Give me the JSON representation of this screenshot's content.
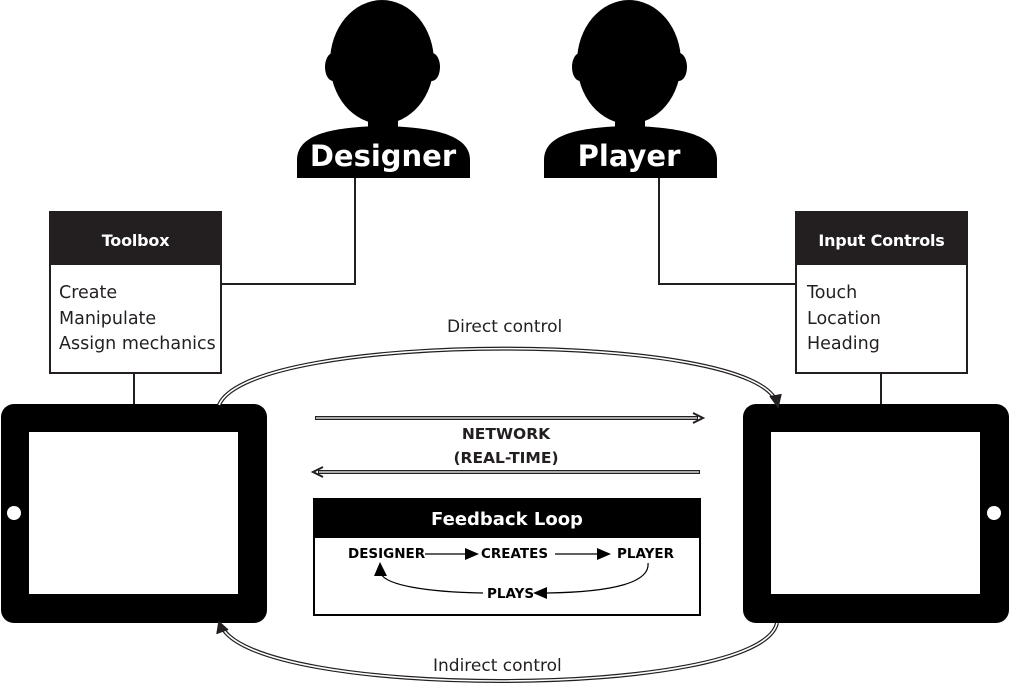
{
  "diagram": {
    "actors": {
      "designer": {
        "label": "Designer",
        "icon": "person-silhouette-icon"
      },
      "player": {
        "label": "Player",
        "icon": "person-silhouette-icon"
      }
    },
    "toolbox": {
      "title": "Toolbox",
      "items": [
        "Create",
        "Manipulate",
        "Assign mechanics"
      ]
    },
    "input_controls": {
      "title": "Input Controls",
      "items": [
        "Touch",
        "Location",
        "Heading"
      ]
    },
    "devices": {
      "designer_device": {
        "icon": "tablet-icon"
      },
      "player_device": {
        "icon": "tablet-icon"
      }
    },
    "connections": {
      "direct_control": "Direct control",
      "indirect_control": "Indirect control",
      "network_line1": "NETWORK",
      "network_line2": "(REAL-TIME)"
    },
    "feedback_loop": {
      "title": "Feedback Loop",
      "nodes": [
        "DESIGNER",
        "CREATES",
        "PLAYER",
        "PLAYS"
      ]
    },
    "colors": {
      "ink": "#000000",
      "text": "#231f20",
      "background": "#ffffff"
    }
  }
}
